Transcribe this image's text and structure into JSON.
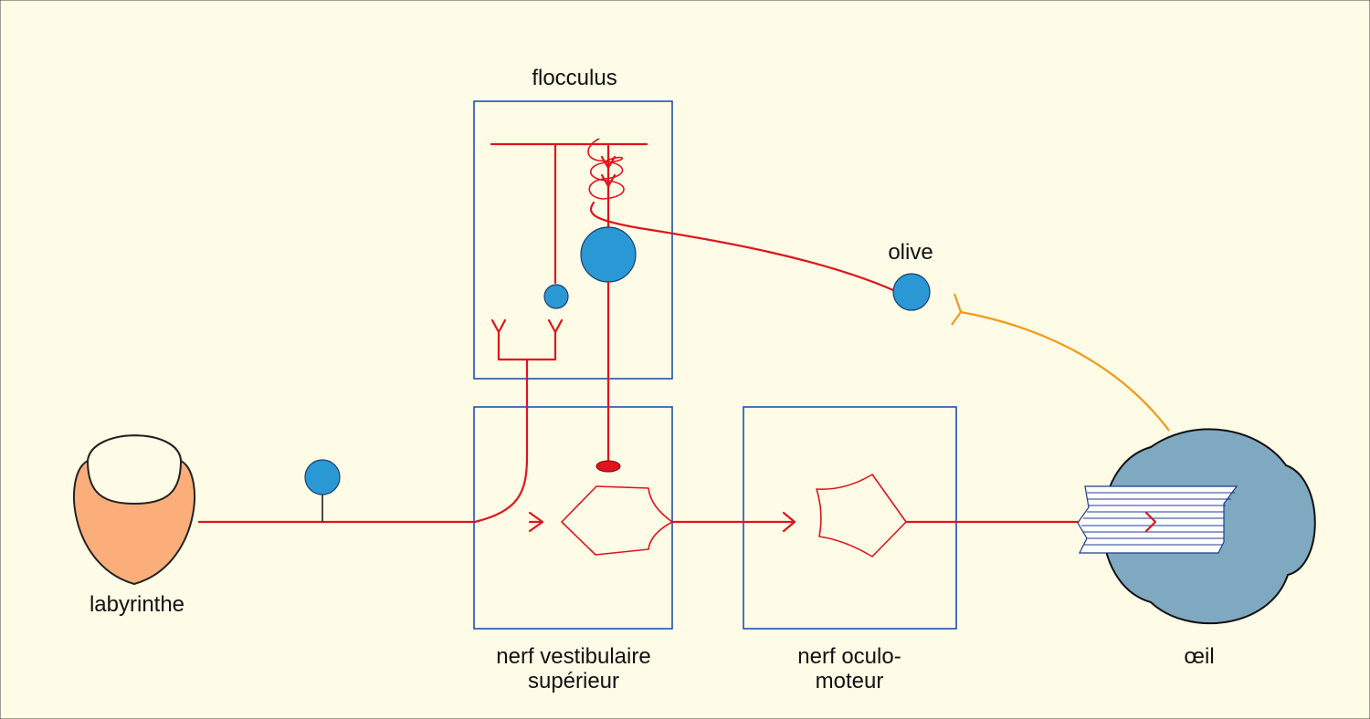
{
  "labels": {
    "flocculus": "flocculus",
    "olive": "olive",
    "labyrinthe": "labyrinthe",
    "nerf_vestibulaire_line1": "nerf vestibulaire",
    "nerf_vestibulaire_line2": "supérieur",
    "nerf_oculomoteur_line1": "nerf oculo-",
    "nerf_oculomoteur_line2": "moteur",
    "oeil": "œil"
  },
  "colors": {
    "background": "#fefbe6",
    "box_border": "#1f4fb5",
    "pathway_red": "#e0141c",
    "visual_pathway_orange": "#f39a1a",
    "neuron_blue": "#2a98d4",
    "labyrinth_orange": "#fbae7a",
    "eye_blue": "#7fa9c0"
  }
}
